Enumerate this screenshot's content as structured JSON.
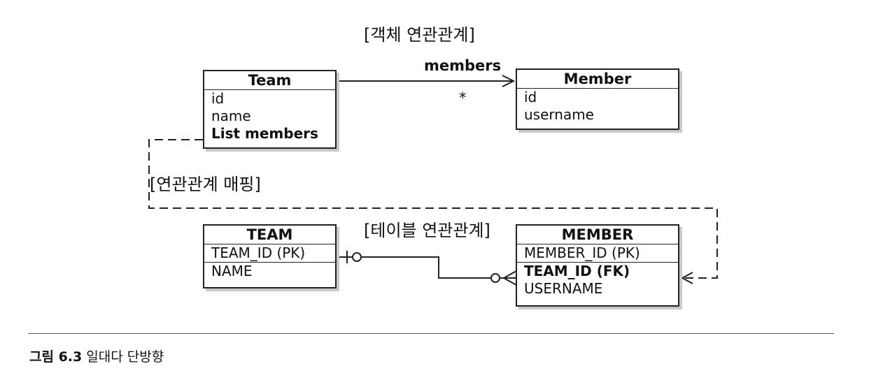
{
  "headings": {
    "object_relation": "[객체 연관관계]",
    "mapping": "[연관관계 매핑]",
    "table_relation": "[테이블 연관관계]"
  },
  "entities": {
    "team": {
      "title": "Team",
      "fields": [
        "id",
        "name"
      ],
      "relation_field": "List members"
    },
    "member": {
      "title": "Member",
      "fields": [
        "id",
        "username"
      ]
    }
  },
  "tables": {
    "team": {
      "title": "TEAM",
      "pk": "TEAM_ID (PK)",
      "columns": [
        "NAME"
      ]
    },
    "member": {
      "title": "MEMBER",
      "pk": "MEMBER_ID (PK)",
      "fk": "TEAM_ID (FK)",
      "columns": [
        "USERNAME"
      ]
    }
  },
  "association": {
    "label": "members",
    "multiplicity": "*"
  },
  "caption": {
    "number": "그림 6.3",
    "text": "일대다 단방향"
  }
}
